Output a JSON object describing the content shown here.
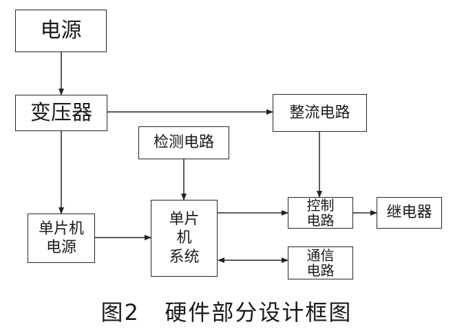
{
  "diagram": {
    "nodes": {
      "power": "电源",
      "transformer": "变压器",
      "rectifier": "整流电路",
      "detect": "检测电路",
      "mcu_power_line1": "单片机",
      "mcu_power_line2": "电源",
      "mcu_line1": "单片",
      "mcu_line2": "机",
      "mcu_line3": "系统",
      "control_line1": "控制",
      "control_line2": "电路",
      "relay": "继电器",
      "comm_line1": "通信",
      "comm_line2": "电路"
    },
    "edges": [
      {
        "from": "power",
        "to": "transformer"
      },
      {
        "from": "transformer",
        "to": "rectifier"
      },
      {
        "from": "transformer",
        "to": "mcu_power"
      },
      {
        "from": "rectifier",
        "to": "control"
      },
      {
        "from": "detect",
        "to": "mcu"
      },
      {
        "from": "mcu_power",
        "to": "mcu"
      },
      {
        "from": "mcu",
        "to": "control"
      },
      {
        "from": "control",
        "to": "relay"
      },
      {
        "from": "mcu",
        "to": "comm",
        "bidirectional": true
      }
    ]
  },
  "caption": "图2   硬件部分设计框图"
}
